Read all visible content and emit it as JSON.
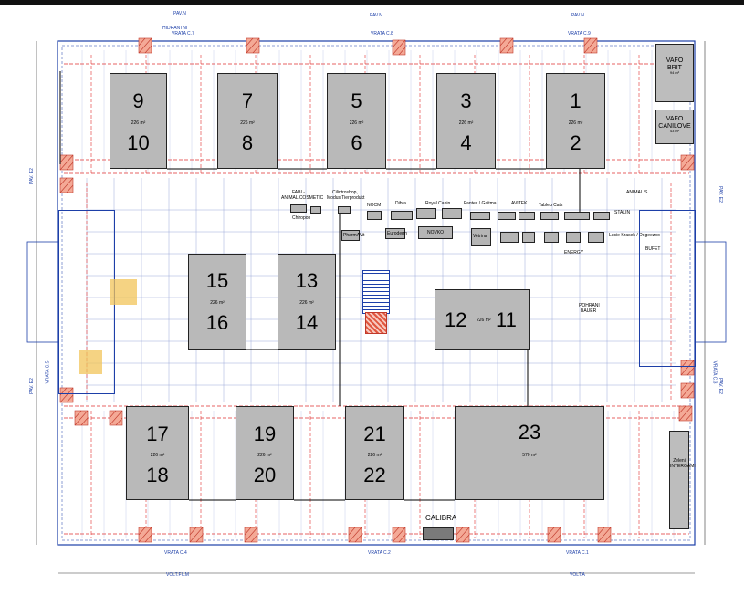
{
  "gates": {
    "pavn_labels": [
      "PAV.N",
      "PAV.N",
      "PAV.N"
    ],
    "top_gates": [
      "VRATA C.7",
      "VRATA C.8",
      "VRATA C.9"
    ],
    "bottom_gates": [
      "VRATA C.4",
      "VRATA C.2",
      "VRATA C.1"
    ],
    "bottom_pav": [
      "VOLT.FILM",
      "VOLT.A"
    ],
    "left_pav": [
      "PAV. E2",
      "PAV. E2"
    ],
    "right_pav": [
      "PAV. E2",
      "PAV. E2"
    ],
    "left_gate": "VRATA C.5",
    "right_gate": "VRATA C.3",
    "top_left_tag": "HIDRANTNI"
  },
  "stands": [
    {
      "top": "9",
      "bottom": "10",
      "area": "226 m²"
    },
    {
      "top": "7",
      "bottom": "8",
      "area": "226 m²"
    },
    {
      "top": "5",
      "bottom": "6",
      "area": "226 m²"
    },
    {
      "top": "3",
      "bottom": "4",
      "area": "226 m²"
    },
    {
      "top": "1",
      "bottom": "2",
      "area": "226 m²"
    },
    {
      "top": "15",
      "bottom": "16",
      "area": "226 m²"
    },
    {
      "top": "13",
      "bottom": "14",
      "area": "226 m²"
    },
    {
      "top": "17",
      "bottom": "18",
      "area": "226 m²"
    },
    {
      "top": "19",
      "bottom": "20",
      "area": "226 m²"
    },
    {
      "top": "21",
      "bottom": "22",
      "area": "226 m²"
    }
  ],
  "stand_12_11": {
    "left": "12",
    "area": "226 m²",
    "right": "11"
  },
  "stand_23": {
    "label": "23",
    "area": "570 m²"
  },
  "side_stands": [
    {
      "name": "VAFO",
      "sub": "BRIT",
      "area": "94 m²"
    },
    {
      "name": "VAFO",
      "sub": "CANILOVE",
      "area": "43 m²"
    }
  ],
  "zeleni": {
    "name": "Zeleni",
    "sub": "INTERGAMI"
  },
  "calibra": {
    "name": "CALIBRA"
  },
  "center_labels": {
    "fabi": "FABI -",
    "animal_cosmetic": "ANIMAL COSMETIC",
    "clinitro": "Cilintroshop,",
    "modus": "Modus Tierprodukt",
    "chiropon": "Chiropon",
    "nocm": "NOCM",
    "dibra": "Dibra",
    "royal": "Royal Canin",
    "fantec": "Fantec / Gaitma",
    "avitek": "AVITEK",
    "tableu": "Tableu Cats",
    "stalin": "STALIN",
    "animalis": "ANIMALIS",
    "pharmavit": "PharmAVit",
    "euroderm": "Euroderm",
    "novko": "NOVKO",
    "vetrina": "Vetrina",
    "energy": "ENERGY",
    "pohrani": "POHRANI",
    "bauer": "BAUER",
    "lapka": "Lucie Krasek / Dogeezoo",
    "bufet": "BUFET"
  }
}
